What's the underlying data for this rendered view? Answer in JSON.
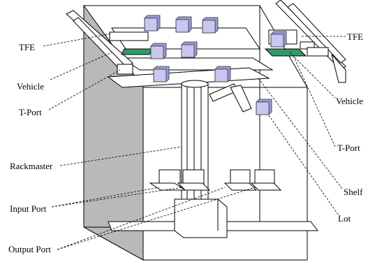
{
  "labels": {
    "tfe_left": "TFE",
    "vehicle_left": "Vehicle",
    "tport_left": "T-Port",
    "rackmaster": "Rackmaster",
    "input_port": "Input Port",
    "output_port": "Output Port",
    "tfe_right": "TFE",
    "vehicle_right": "Vehicle",
    "tport_right": "T-Port",
    "shelf": "Shelf",
    "lot": "Lot"
  },
  "colors": {
    "lot": "#c7c7ef",
    "lot_side": "#9a9ad6",
    "tfe_base": "#2e9a6a",
    "wall": "#b9b9b9",
    "line": "#000000"
  }
}
